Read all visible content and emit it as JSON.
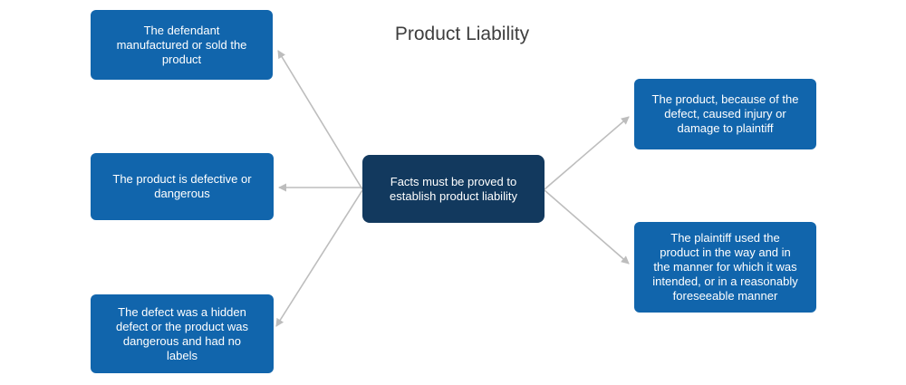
{
  "diagram": {
    "title": "Product Liability",
    "nodes": {
      "center": {
        "id": "center",
        "label": "Facts must be proved to\nestablish product liability"
      },
      "defendant": {
        "id": "defendant",
        "label": "The defendant\nmanufactured or sold the\nproduct"
      },
      "defective": {
        "id": "defective",
        "label": "The product is defective or\ndangerous"
      },
      "hidden_defect": {
        "id": "hidden_defect",
        "label": "The defect was a hidden\ndefect or the product was\ndangerous and had no\nlabels"
      },
      "injury": {
        "id": "injury",
        "label": "The product, because of the\ndefect, caused injury or\ndamage to plaintiff"
      },
      "plaintiff_use": {
        "id": "plaintiff_use",
        "label": "The plaintiff used the\nproduct in the way and in\nthe manner for which it was\nintended, or in a reasonably\nforeseeable manner"
      }
    },
    "edges": [
      {
        "from": "center",
        "to": "defendant"
      },
      {
        "from": "center",
        "to": "defective"
      },
      {
        "from": "center",
        "to": "hidden_defect"
      },
      {
        "from": "center",
        "to": "injury"
      },
      {
        "from": "center",
        "to": "plaintiff_use"
      }
    ]
  },
  "colors": {
    "node_fill": "#1165ac",
    "center_node_fill": "#12395e",
    "arrow": "#bdbdbd",
    "title_text": "#3e3e3e",
    "node_text": "#ffffff",
    "canvas_bg": "#ffffff"
  }
}
